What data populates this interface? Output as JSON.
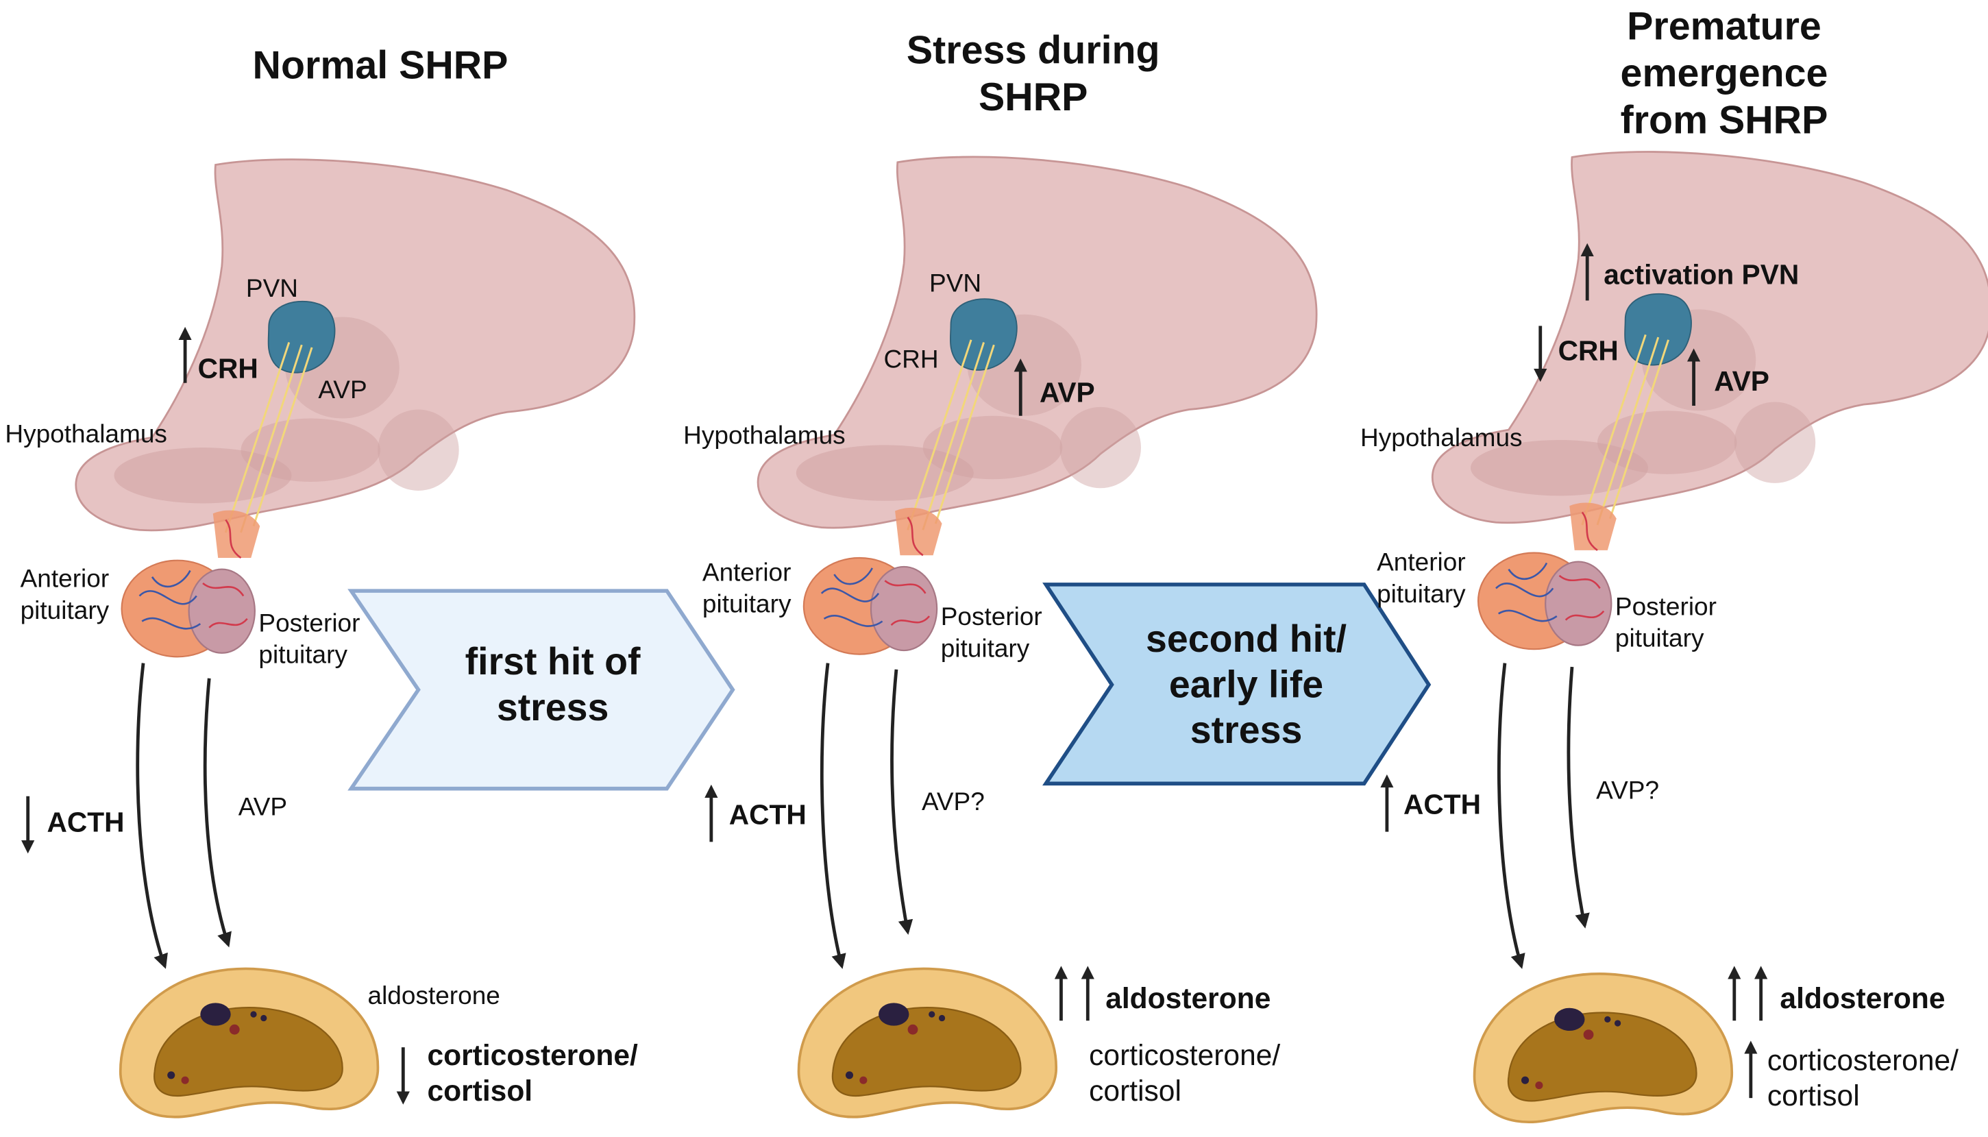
{
  "panels": [
    {
      "title": "Normal SHRP",
      "pvn": "PVN",
      "crh": "CRH",
      "avp_hypo": "AVP",
      "hypothalamus": "Hypothalamus",
      "anterior_pituitary": "Anterior\npituitary",
      "posterior_pituitary": "Posterior\npituitary",
      "acth": "ACTH",
      "avp_path": "AVP",
      "aldosterone": "aldosterone",
      "cortisol": "corticosterone/\ncortisol"
    },
    {
      "title": "Stress during\nSHRP",
      "pvn": "PVN",
      "crh": "CRH",
      "avp_hypo": "AVP",
      "hypothalamus": "Hypothalamus",
      "anterior_pituitary": "Anterior\npituitary",
      "posterior_pituitary": "Posterior\npituitary",
      "acth": "ACTH",
      "avp_path": "AVP?",
      "aldosterone": "aldosterone",
      "cortisol": "corticosterone/\ncortisol"
    },
    {
      "title": "Premature\nemergence\nfrom SHRP",
      "pvn": "activation PVN",
      "crh": "CRH",
      "avp_hypo": "AVP",
      "hypothalamus": "Hypothalamus",
      "anterior_pituitary": "Anterior\npituitary",
      "posterior_pituitary": "Posterior\npituitary",
      "acth": "ACTH",
      "avp_path": "AVP?",
      "aldosterone": "aldosterone",
      "cortisol": "corticosterone/\ncortisol"
    }
  ],
  "transitions": [
    {
      "label": "first hit of\nstress",
      "fill": "#eaf3fc",
      "stroke": "#8fa9cf"
    },
    {
      "label": "second hit/\nearly life\nstress",
      "fill": "#b6d9f2",
      "stroke": "#1f4e86"
    }
  ],
  "colors": {
    "brain": "#e6c3c3",
    "brain_dark": "#cfa2a2",
    "pvn": "#3f7e9c",
    "pituitary_anterior": "#ef9a72",
    "pituitary_posterior": "#c89aa6",
    "vessel_red": "#d23a4c",
    "vessel_blue": "#3b57a8",
    "axon": "#f2d77a",
    "adrenal_cortex": "#f1c77e",
    "adrenal_medulla": "#a8751c",
    "arrow": "#222222"
  },
  "icons": [
    "up-arrow-icon",
    "down-arrow-icon",
    "double-up-arrow-icon"
  ]
}
